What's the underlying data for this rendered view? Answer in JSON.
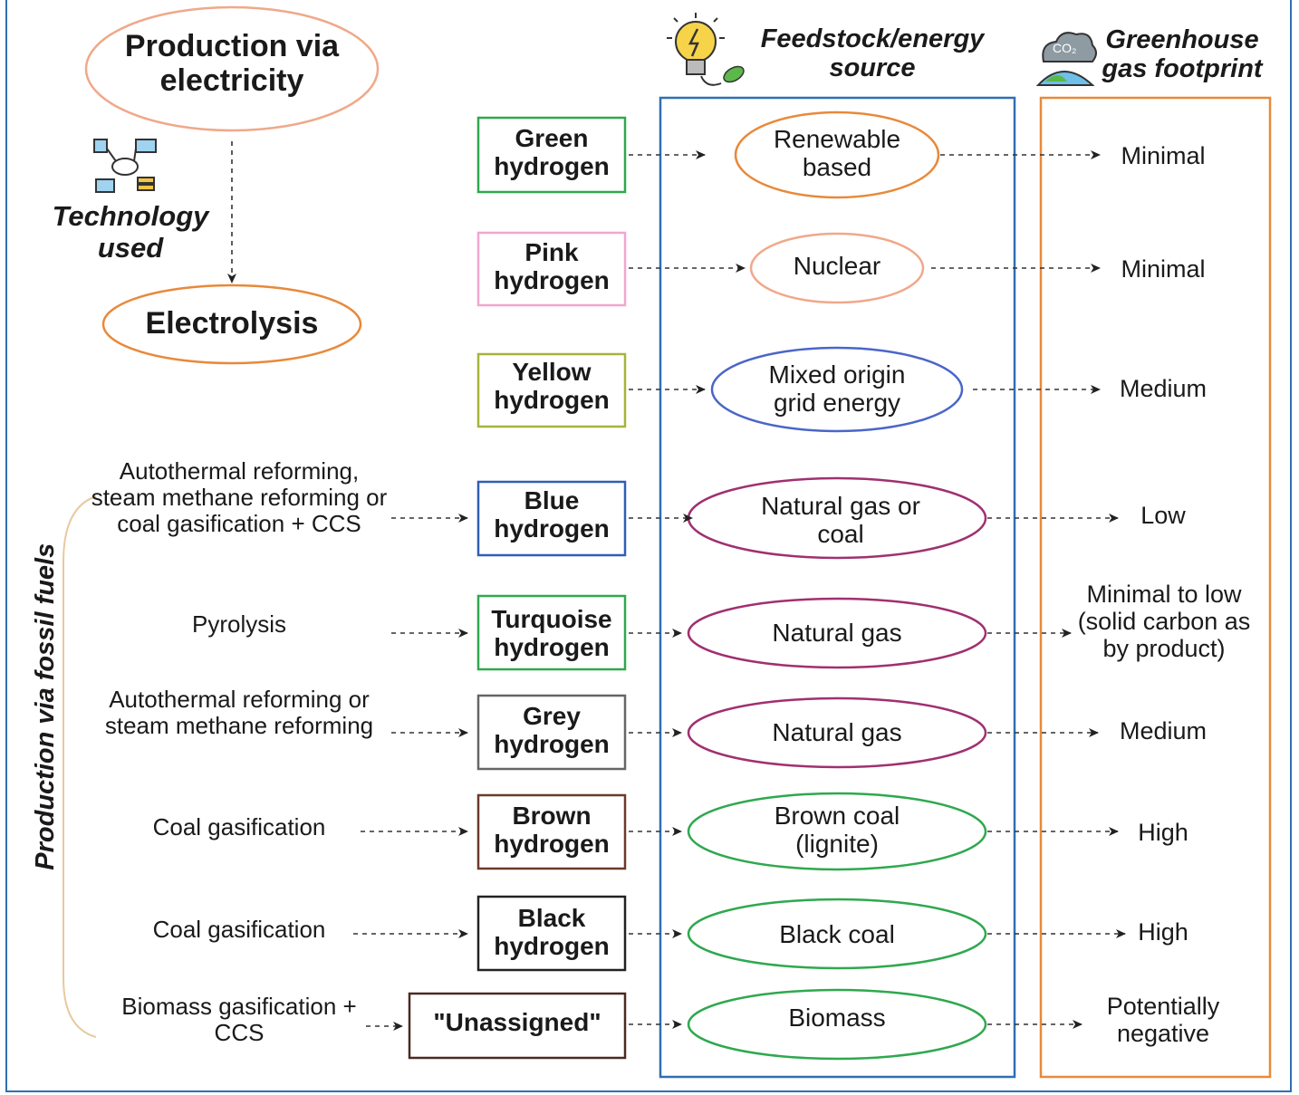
{
  "electricity": {
    "title": "Production via electricity",
    "technology_label": "Technology used",
    "technology": "Electrolysis"
  },
  "fossil_label": "Production via fossil fuels",
  "headers": {
    "feedstock": "Feedstock/energy source",
    "ghg": "Greenhouse gas footprint"
  },
  "rows": [
    {
      "process": "",
      "hydrogen": "Green hydrogen",
      "source": "Renewable based",
      "footprint": "Minimal",
      "color": "#2fa84f",
      "source_color": "#e8893a"
    },
    {
      "process": "",
      "hydrogen": "Pink hydrogen",
      "source": "Nuclear",
      "footprint": "Minimal",
      "color": "#f2a6cf",
      "source_color": "#f0a88a"
    },
    {
      "process": "",
      "hydrogen": "Yellow hydrogen",
      "source": "Mixed origin grid energy",
      "footprint": "Medium",
      "color": "#a6b43a",
      "source_color": "#4a66c8"
    },
    {
      "process": "Autothermal reforming, steam methane reforming or coal gasification + CCS",
      "hydrogen": "Blue hydrogen",
      "source": "Natural gas or coal",
      "footprint": "Low",
      "color": "#2f5fb3",
      "source_color": "#a03070"
    },
    {
      "process": "Pyrolysis",
      "hydrogen": "Turquoise hydrogen",
      "source": "Natural gas",
      "footprint": "Minimal to low (solid carbon as by product)",
      "color": "#2fa84f",
      "source_color": "#a03070"
    },
    {
      "process": "Autothermal reforming or steam methane reforming",
      "hydrogen": "Grey hydrogen",
      "source": "Natural gas",
      "footprint": "Medium",
      "color": "#666666",
      "source_color": "#a03070"
    },
    {
      "process": "Coal gasification",
      "hydrogen": "Brown hydrogen",
      "source": "Brown coal (lignite)",
      "footprint": "High",
      "color": "#6b3a2a",
      "source_color": "#2fa84f"
    },
    {
      "process": "Coal gasification",
      "hydrogen": "Black hydrogen",
      "source": "Black coal",
      "footprint": "High",
      "color": "#222222",
      "source_color": "#2fa84f"
    },
    {
      "process": "Biomass gasification + CCS",
      "hydrogen": "\"Unassigned\"",
      "source": "Biomass",
      "footprint": "Potentially negative",
      "color": "#4a2a22",
      "source_color": "#2fa84f"
    }
  ],
  "colors": {
    "feedstock_panel": "#2f6fb3",
    "ghg_panel": "#e8893a",
    "electricity_oval": "#f0a88a",
    "electrolysis_oval": "#e8893a",
    "bracket": "#e8c9a0"
  },
  "icons": [
    "network-icon",
    "lightbulb-icon",
    "co2-earth-icon"
  ]
}
